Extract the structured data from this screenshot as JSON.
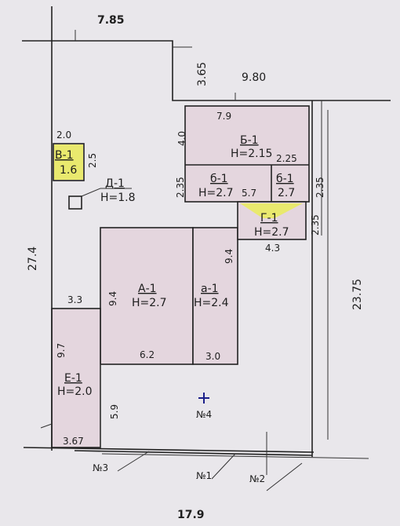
{
  "colors": {
    "paper": "#e9e7eb",
    "building_fill": "#e4d6de",
    "highlight": "#e9e96e",
    "ink": "#222222",
    "marker": "#1b1f8a"
  },
  "dimensions": {
    "top_left": "7.85",
    "notch": "3.65",
    "top_right": "9.80",
    "left_total": "27.4",
    "right_total": "23.75",
    "bottom_total": "17.9"
  },
  "buildings": {
    "b1": {
      "name": "Б-1",
      "h": "H=2.15",
      "width": "7.9",
      "height": "4.0",
      "side": "2.25"
    },
    "d1_left": {
      "name": "б-1",
      "h": "H=2.7",
      "height": "2.35",
      "width": "5.7"
    },
    "d1_right": {
      "name": "б-1",
      "h": "2.7",
      "side": "2.35"
    },
    "g1": {
      "name": "Г-1",
      "h": "H=2.7",
      "width": "4.3",
      "side": "2.35"
    },
    "a1": {
      "name": "А-1",
      "h": "H=2.7",
      "height": "9.4",
      "width": "6.2"
    },
    "a1b": {
      "name": "а-1",
      "h": "H=2.4",
      "height": "9.4",
      "width": "3.0"
    },
    "e1": {
      "name": "Е-1",
      "h": "H=2.0",
      "height": "9.7",
      "top": "3.3",
      "bottom": "3.67",
      "gap": "5.9"
    },
    "v1": {
      "name": "В-1",
      "h": "1.6",
      "width": "2.0",
      "height": "2.5"
    },
    "dd1": {
      "name": "Д-1",
      "h": "H=1.8"
    }
  },
  "markers": {
    "n1": "№1",
    "n2": "№2",
    "n3": "№3",
    "n4": "№4"
  }
}
